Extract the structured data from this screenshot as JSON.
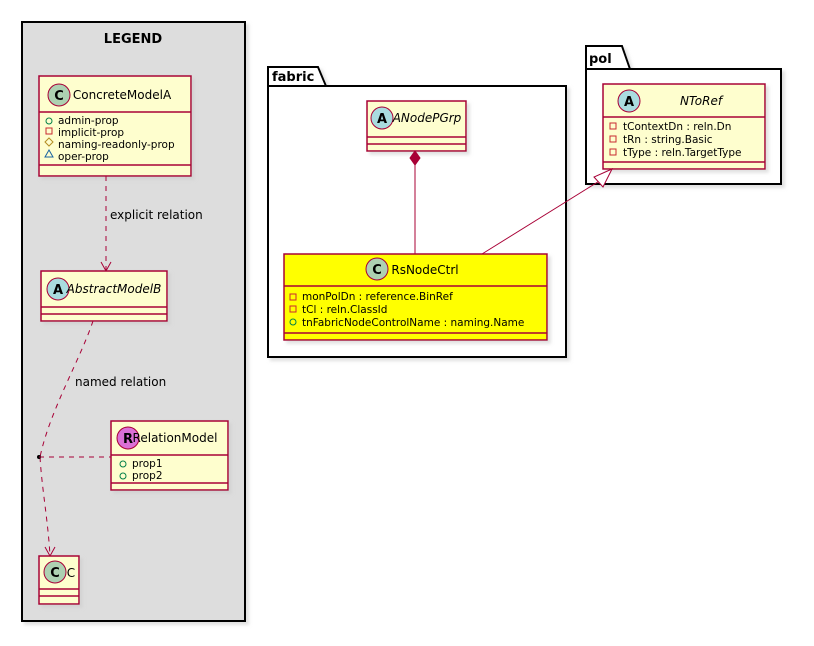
{
  "legend": {
    "title": "LEGEND",
    "concrete": {
      "stereo": "C",
      "name": "ConcreteModelA",
      "attrs": [
        {
          "sym": "+",
          "text": "admin-prop"
        },
        {
          "sym": "-",
          "text": "implicit-prop"
        },
        {
          "sym": "#",
          "text": "naming-readonly-prop"
        },
        {
          "sym": "~",
          "text": "oper-prop"
        }
      ]
    },
    "abstract": {
      "stereo": "A",
      "name": "AbstractModelB"
    },
    "relation_model": {
      "stereo": "R",
      "name": "RelationModel",
      "attrs": [
        {
          "sym": "+",
          "text": "prop1"
        },
        {
          "sym": "+",
          "text": "prop2"
        }
      ]
    },
    "c_class": {
      "stereo": "C",
      "name": "C"
    },
    "explicit_label": "explicit relation",
    "named_label": "named relation"
  },
  "packages": {
    "fabric": {
      "name": "fabric",
      "anodepgrp": {
        "stereo": "A",
        "name": "ANodePGrp"
      },
      "rsnodectrl": {
        "stereo": "C",
        "name": "RsNodeCtrl",
        "attrs": [
          {
            "sym": "-",
            "text": "monPolDn : reference.BinRef"
          },
          {
            "sym": "-",
            "text": "tCl : reln.ClassId"
          },
          {
            "sym": "+",
            "text": "tnFabricNodeControlName : naming.Name"
          }
        ]
      }
    },
    "pol": {
      "name": "pol",
      "ntoref": {
        "stereo": "A",
        "name": "NToRef",
        "attrs": [
          {
            "sym": "-",
            "text": "tContextDn : reln.Dn"
          },
          {
            "sym": "-",
            "text": "tRn : string.Basic"
          },
          {
            "sym": "-",
            "text": "tType : reln.TargetType"
          }
        ]
      }
    }
  },
  "colors": {
    "box_fill": "#FEFECE",
    "box_border": "#A80036",
    "highlight_fill": "#FFFF00",
    "legend_bg": "#DDDDDD",
    "stereo_c": "#ADD1B2",
    "stereo_a": "#A9DCDF",
    "stereo_r": "#DA70D6"
  }
}
